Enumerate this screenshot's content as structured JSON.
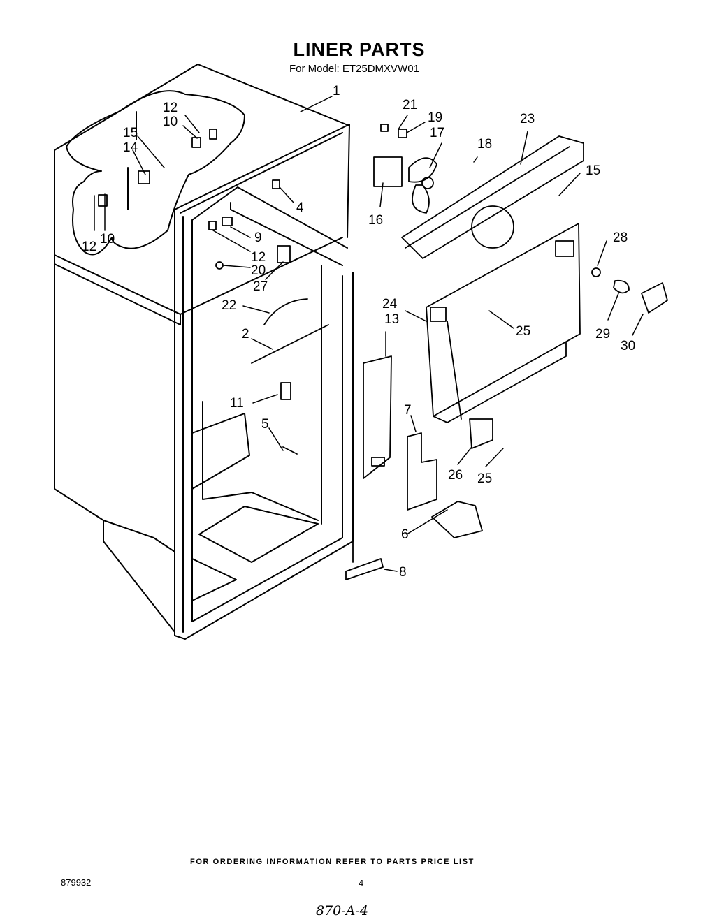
{
  "title": "LINER PARTS",
  "model_line": "For Model: ET25DMXVW01",
  "footer_note": "FOR ORDERING INFORMATION REFER TO PARTS PRICE LIST",
  "doc_number": "879932",
  "page_number": "4",
  "handwritten_note": "870-A-4",
  "callouts": [
    "1",
    "12",
    "10",
    "15",
    "14",
    "12",
    "10",
    "21",
    "19",
    "17",
    "18",
    "23",
    "15",
    "4",
    "16",
    "9",
    "12",
    "20",
    "27",
    "28",
    "22",
    "24",
    "13",
    "25",
    "29",
    "30",
    "2",
    "11",
    "7",
    "5",
    "26",
    "25",
    "6",
    "8"
  ]
}
